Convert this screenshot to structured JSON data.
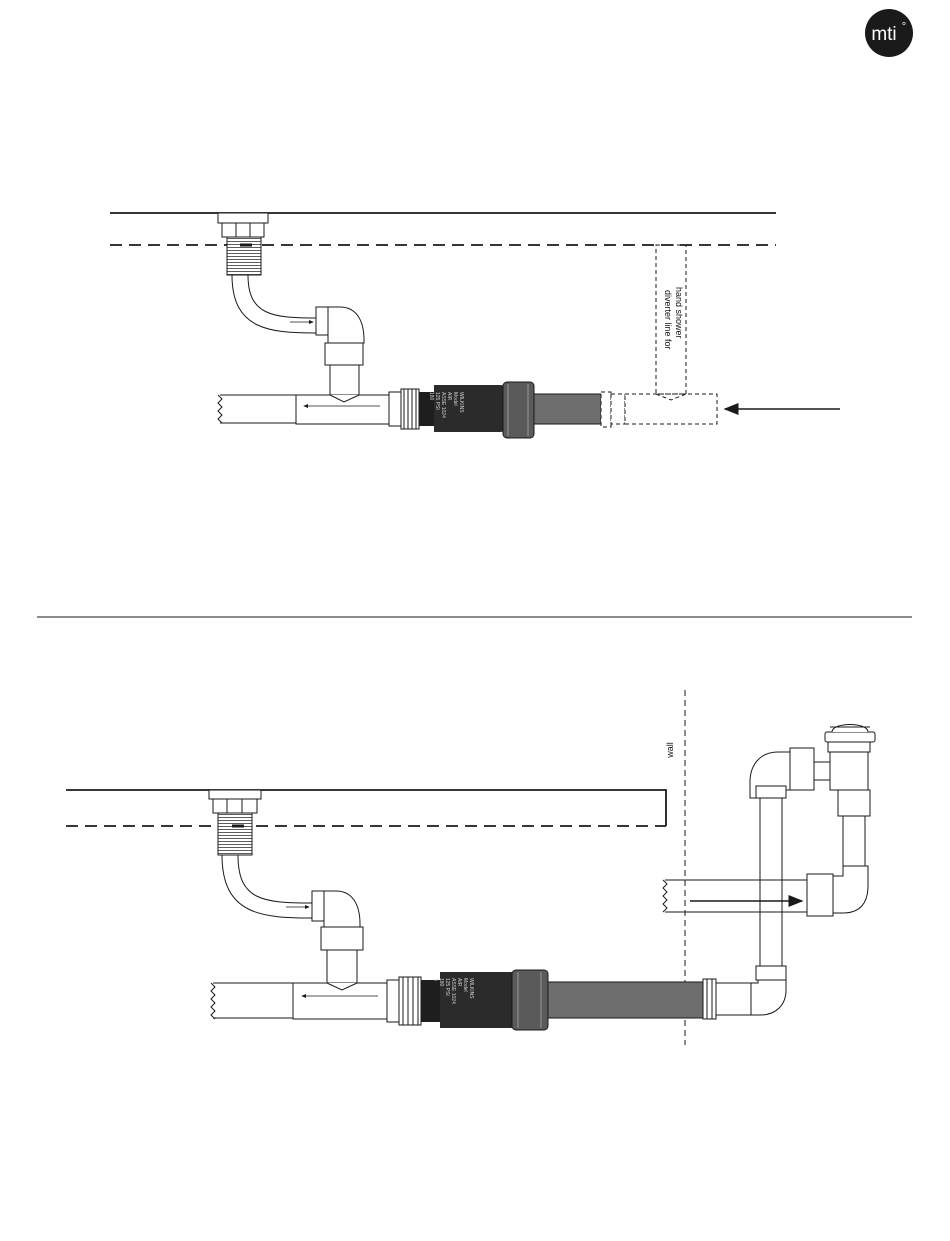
{
  "brand": {
    "logo_text": "mti",
    "logo_mark": "°",
    "logo_bg": "#1a1a1a",
    "logo_fg": "#ffffff"
  },
  "diagram_top": {
    "diverter_label_line1": "diverter line for",
    "diverter_label_line2": "hand shower"
  },
  "diagram_bottom": {
    "wall_label": "wall"
  },
  "valve": {
    "lines": [
      "WILKINS",
      "Model",
      "AIR",
      "ASSE 1024",
      "125 PSI",
      "180",
      "3"
    ]
  },
  "colors": {
    "line": "#1a1a1a",
    "valve_body": "#2a2a2a",
    "pipe_gray": "#6e6e6e"
  }
}
